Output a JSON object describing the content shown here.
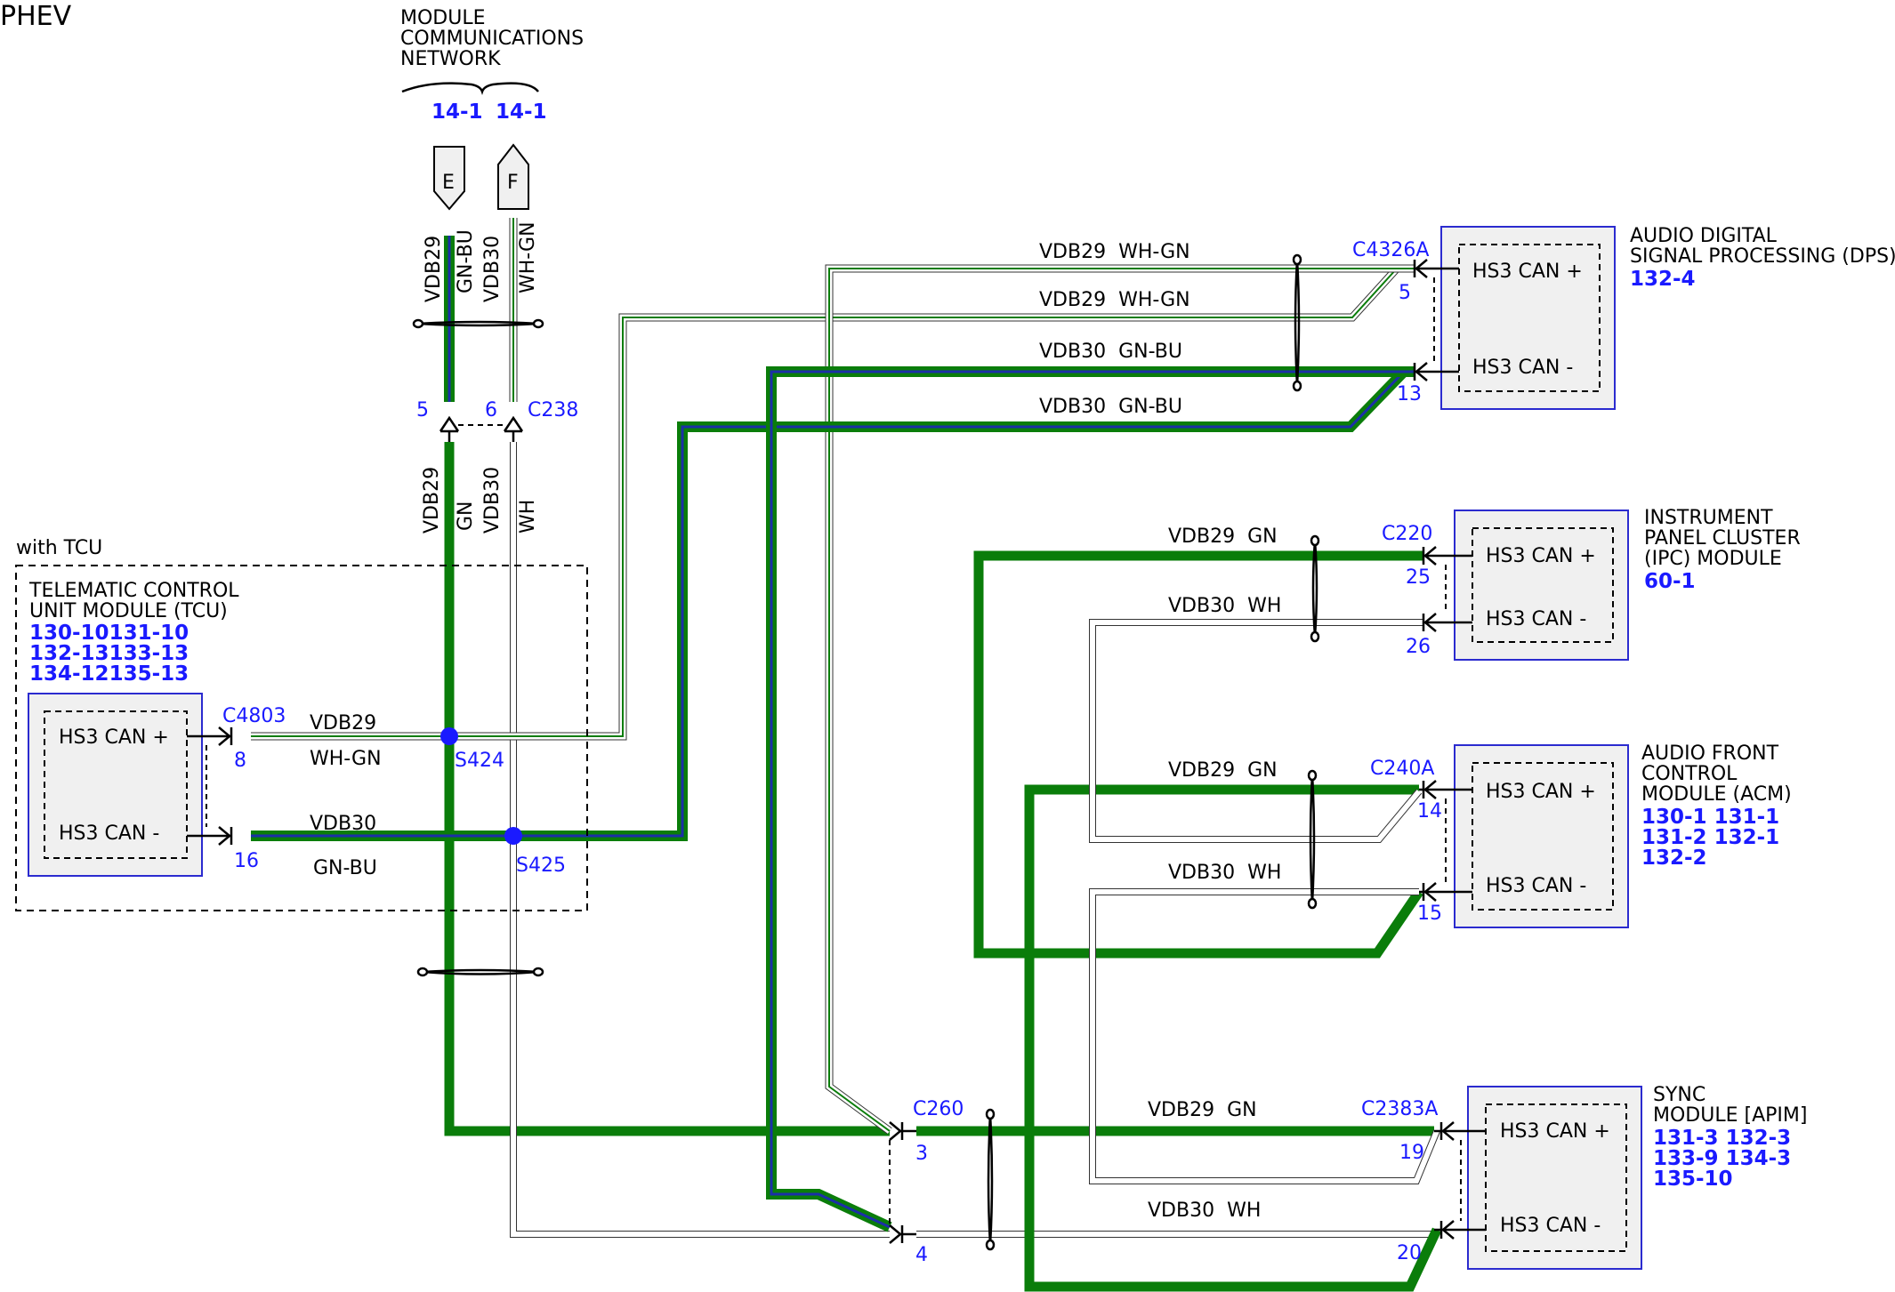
{
  "title": "PHEV",
  "network": {
    "label_lines": [
      "MODULE",
      "COMMUNICATIONS",
      "NETWORK"
    ],
    "refs": [
      "14-1",
      "14-1"
    ],
    "flags": [
      "E",
      "F"
    ],
    "connector": "C238",
    "pins": [
      "5",
      "6"
    ],
    "wires_top": [
      "VDB29",
      "GN-BU",
      "VDB30",
      "WH-GN"
    ],
    "wires_bottom": [
      "VDB29",
      "GN",
      "VDB30",
      "WH"
    ]
  },
  "tcu": {
    "group_label": "with TCU",
    "name_lines": [
      "TELEMATIC CONTROL",
      "UNIT MODULE (TCU)"
    ],
    "refs": [
      "130-10131-10",
      "132-13133-13",
      "134-12135-13"
    ],
    "can_plus": "HS3 CAN +",
    "can_minus": "HS3 CAN -",
    "connector": "C4803",
    "pin_plus": "8",
    "pin_minus": "16",
    "wire_plus": [
      "VDB29",
      "WH-GN"
    ],
    "wire_minus": [
      "VDB30",
      "GN-BU"
    ],
    "splices": [
      "S424",
      "S425"
    ]
  },
  "dsp": {
    "name_lines": [
      "AUDIO DIGITAL",
      "SIGNAL PROCESSING (DPS)"
    ],
    "refs": [
      "132-4"
    ],
    "connector": "C4326A",
    "pin_plus": "5",
    "pin_minus": "13",
    "can_plus": "HS3 CAN +",
    "can_minus": "HS3 CAN -",
    "wires": [
      "VDB29  WH-GN",
      "VDB29  WH-GN",
      "VDB30  GN-BU",
      "VDB30  GN-BU"
    ]
  },
  "ipc": {
    "name_lines": [
      "INSTRUMENT",
      "PANEL CLUSTER",
      "(IPC) MODULE"
    ],
    "refs": [
      "60-1"
    ],
    "connector": "C220",
    "pin_plus": "25",
    "pin_minus": "26",
    "can_plus": "HS3 CAN +",
    "can_minus": "HS3 CAN -",
    "wires": [
      "VDB29  GN",
      "VDB30  WH"
    ]
  },
  "acm": {
    "name_lines": [
      "AUDIO FRONT",
      "CONTROL",
      "MODULE (ACM)"
    ],
    "refs": [
      "130-1 131-1",
      "131-2 132-1",
      "132-2"
    ],
    "connector": "C240A",
    "pin_plus": "14",
    "pin_minus": "15",
    "can_plus": "HS3 CAN +",
    "can_minus": "HS3 CAN -",
    "wires": [
      "VDB29  GN",
      "VDB30  WH"
    ]
  },
  "sync": {
    "name_lines": [
      "SYNC",
      "MODULE [APIM]"
    ],
    "refs": [
      "131-3 132-3",
      "133-9 134-3",
      "135-10"
    ],
    "connector": "C2383A",
    "pin_plus": "19",
    "pin_minus": "20",
    "can_plus": "HS3 CAN +",
    "can_minus": "HS3 CAN -",
    "wires": [
      "VDB29  GN",
      "VDB30  WH"
    ]
  },
  "inline": {
    "connector": "C260",
    "pin_plus": "3",
    "pin_minus": "4"
  },
  "colors": {
    "green": "#0a7d0a",
    "blue_stripe": "#1c2fa8",
    "link_blue": "#1a1aff",
    "module_border": "#2b2bcf",
    "module_fill": "#f0f0f0"
  }
}
